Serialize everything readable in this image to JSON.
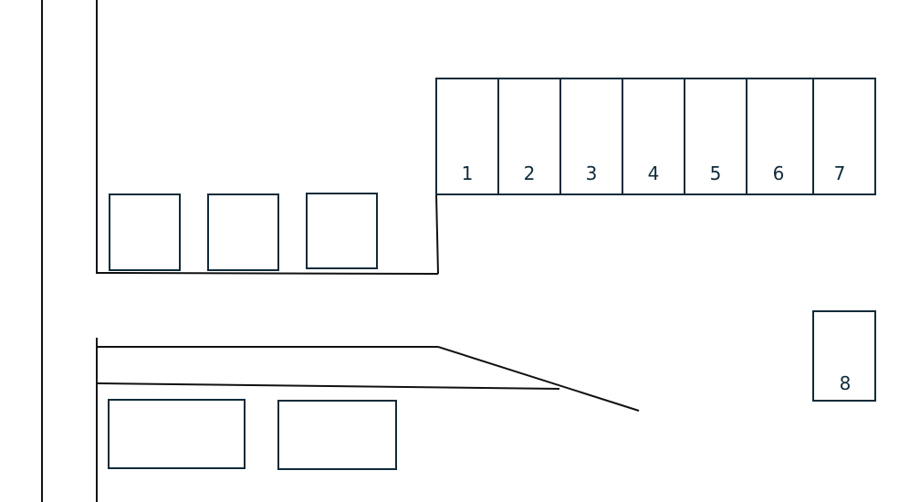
{
  "colors": {
    "outline": "#0f2b3a",
    "line": "#111111",
    "background": "#ffffff"
  },
  "spaces": {
    "space_1": "1",
    "space_2": "2",
    "space_3": "3",
    "space_4": "4",
    "space_5": "5",
    "space_6": "6",
    "space_7": "7",
    "space_8": "8"
  }
}
